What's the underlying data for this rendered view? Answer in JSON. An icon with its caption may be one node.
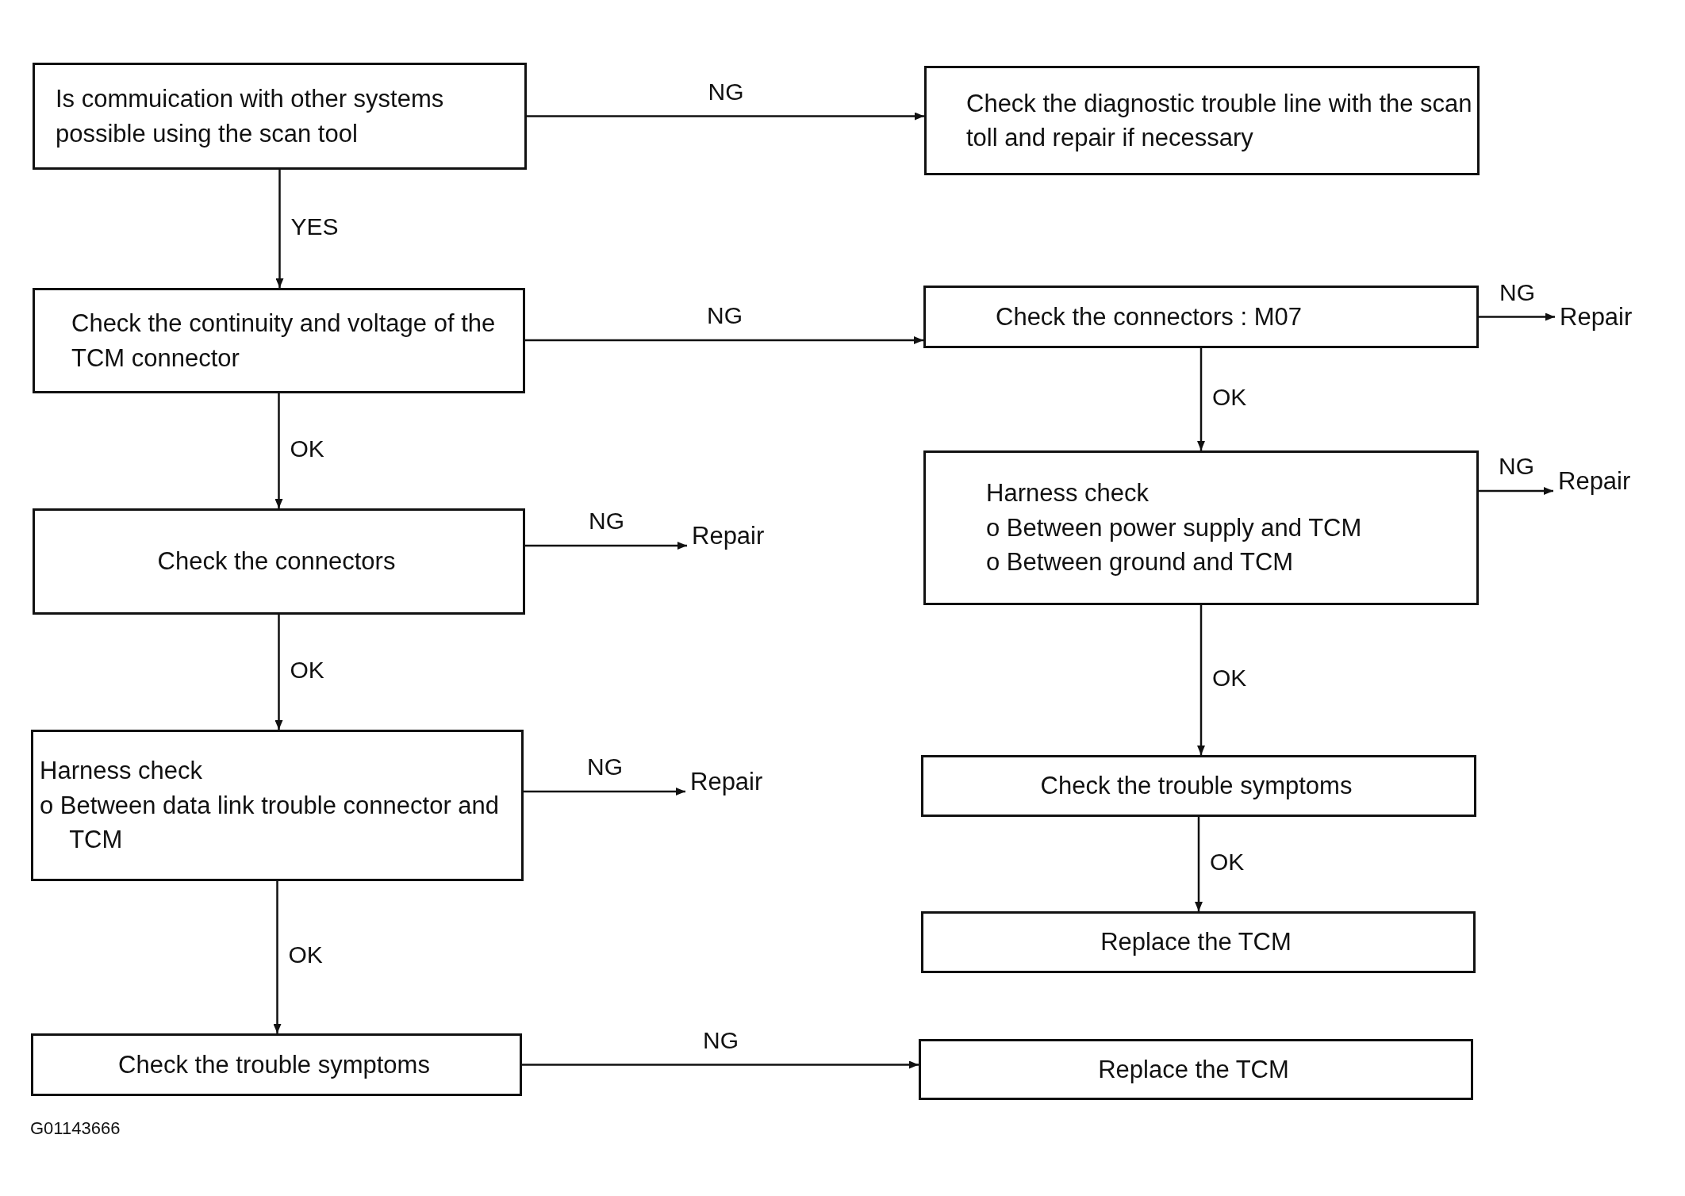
{
  "diagram": {
    "nodes": [
      {
        "text": [
          "Is commuication with other systems possible using the scan tool"
        ]
      },
      {
        "text": [
          "Check the diagnostic trouble line with the scan toll and repair if necessary"
        ]
      },
      {
        "text": [
          "Check the continuity and voltage of the TCM connector"
        ]
      },
      {
        "text": [
          "Check the connectors : M07"
        ]
      },
      {
        "text": [
          "Repair"
        ]
      },
      {
        "text": [
          "Harness check",
          "o Between power supply and TCM",
          "o Between ground and TCM"
        ]
      },
      {
        "text": [
          "Repair"
        ]
      },
      {
        "text": [
          "Check the connectors"
        ]
      },
      {
        "text": [
          "Repair"
        ]
      },
      {
        "text": [
          "Check the trouble symptoms"
        ]
      },
      {
        "text": [
          "Harness check",
          "o Between data link trouble connector and TCM"
        ]
      },
      {
        "text": [
          "Repair"
        ]
      },
      {
        "text": [
          "Replace the TCM"
        ]
      },
      {
        "text": [
          "Check the trouble symptoms"
        ]
      },
      {
        "text": [
          "Replace the TCM"
        ]
      }
    ],
    "edges": [
      {
        "from": 0,
        "to": 1,
        "arrow": "to",
        "label": "NG"
      },
      {
        "from": 0,
        "to": 2,
        "arrow": "to",
        "label": "YES"
      },
      {
        "from": 2,
        "to": 3,
        "arrow": "to",
        "label": "NG"
      },
      {
        "from": 3,
        "to": 4,
        "arrow": "to",
        "label": "NG"
      },
      {
        "from": 3,
        "to": 5,
        "arrow": "to",
        "label": "OK"
      },
      {
        "from": 5,
        "to": 6,
        "arrow": "to",
        "label": "NG"
      },
      {
        "from": 2,
        "to": 7,
        "arrow": "to",
        "label": "OK"
      },
      {
        "from": 7,
        "to": 8,
        "arrow": "to",
        "label": "NG"
      },
      {
        "from": 7,
        "to": 10,
        "arrow": "to",
        "label": "OK"
      },
      {
        "from": 10,
        "to": 11,
        "arrow": "to",
        "label": "NG"
      },
      {
        "from": 5,
        "to": 9,
        "arrow": "to",
        "label": "OK"
      },
      {
        "from": 9,
        "to": 12,
        "arrow": "to",
        "label": "OK"
      },
      {
        "from": 10,
        "to": 13,
        "arrow": "to",
        "label": "OK"
      },
      {
        "from": 13,
        "to": 14,
        "arrow": "to",
        "label": "NG"
      }
    ],
    "labels": [
      "G01143666"
    ]
  }
}
